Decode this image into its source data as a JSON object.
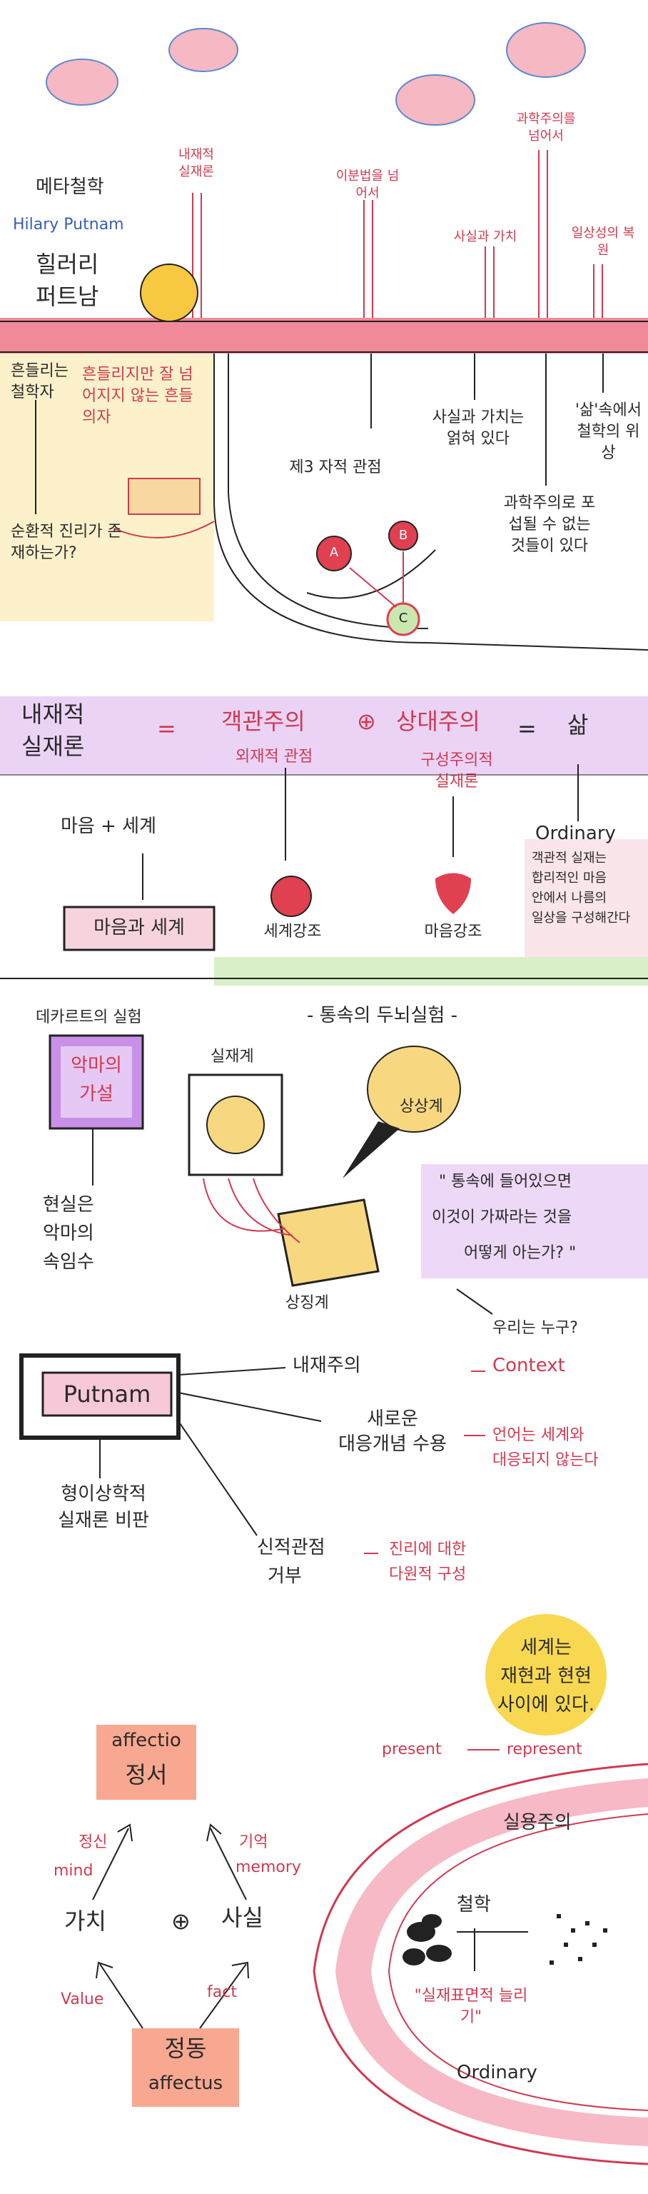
{
  "section1": {
    "title_lines": [
      "메타철학",
      "Hilary Putnam",
      "힐러리",
      "퍼트남"
    ],
    "pillars": [
      {
        "label": "내재적 실재론"
      },
      {
        "label": "이분법을 넘어서"
      },
      {
        "label": "사실과 가치"
      },
      {
        "label": "과학주의를 넘어서"
      },
      {
        "label": "일상성의 복원"
      }
    ],
    "left_notes": [
      "흔들리는 철학자",
      "흔들리지만 잘 넘어지지 않는 흔들의자",
      "순환적 진리가 존재하는가?"
    ],
    "bottom_notes": [
      "제3 자적 관점",
      "사실과 가치는 얽혀 있다",
      "과학주의로 포섭될 수 없는 것들이 있다",
      "'삶'속에서 철학의 위상"
    ],
    "nodes": [
      "A",
      "B",
      "C"
    ]
  },
  "section2": {
    "left_title": [
      "내재적",
      "실재론"
    ],
    "equals": "=",
    "formula_left": "객관주의",
    "formula_plus": "⊕",
    "formula_right": "상대주의",
    "formula_result": "삶",
    "sub_left": "외재적 관점",
    "sub_right": [
      "구성주의적",
      "실재론"
    ],
    "mind_world": "마음 + 세계",
    "box_label": "마음과 세계",
    "world_label": "세계강조",
    "mind_label": "마음강조",
    "ordinary_title": "Ordinary",
    "ordinary_text": [
      "객관적 실재는",
      "합리적인 마음",
      "안에서 나름의",
      "일상을 구성해간다"
    ]
  },
  "section3": {
    "title": "- 통속의 두뇌실험 -",
    "left_box_caption": "데카르트의 실험",
    "left_box_text": [
      "악마의",
      "가설"
    ],
    "left_result": [
      "현실은",
      "악마의",
      "속임수"
    ],
    "real_world": "실재계",
    "imagined": "상상계",
    "symbolic": "상징계",
    "quote": [
      "\" 통속에 들어있으면",
      "이것이 가짜라는 것을",
      "어떻게 아는가? \""
    ],
    "who": "우리는 누구?"
  },
  "section4": {
    "putnam": "Putnam",
    "internal": "내재주의",
    "context": "Context",
    "new_concept": [
      "새로운",
      "대응개념 수용"
    ],
    "language": [
      "언어는 세계와",
      "대응되지 않는다"
    ],
    "critique": [
      "형이상학적",
      "실재론 비판"
    ],
    "god_view": [
      "신적관점",
      "거부"
    ],
    "truth": [
      "진리에 대한",
      "다원적 구성"
    ]
  },
  "section5": {
    "sun_text": [
      "세계는",
      "재현과 현현",
      "사이에 있다."
    ],
    "present": "present",
    "represent": "represent",
    "affectio": "affectio",
    "emotion": "정서",
    "affectus": "affectus",
    "passion": "정동",
    "value_ko": "가치",
    "fact_ko": "사실",
    "plus": "⊕",
    "mind_ko": "정신",
    "mind_en": "mind",
    "memory_ko": "기억",
    "memory_en": "memory",
    "value_en": "Value",
    "fact_en": "fact",
    "pragmatism": "실용주의",
    "philosophy": "철학",
    "surface": "\"실재표면적 늘리기\"",
    "ordinary": "Ordinary"
  },
  "colors": {
    "ink": "#222222",
    "red": "#d03a50",
    "pink_band": "#f08a98",
    "purple": "#c890e8",
    "yellow": "#f7d54a",
    "green": "#b8dca0",
    "cloud": "#f4a8b4",
    "cloud_blue": "#6a9ad8"
  }
}
